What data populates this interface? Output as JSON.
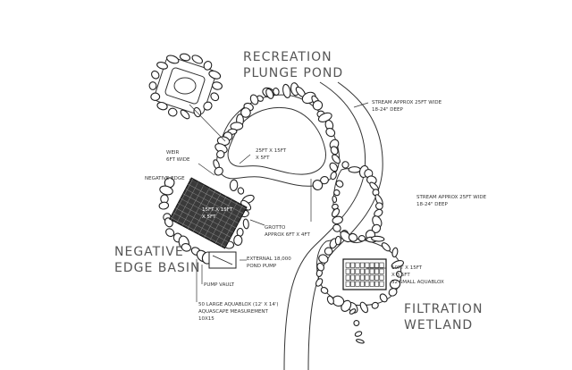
{
  "titles": {
    "recreation": [
      "RECREATION",
      "PLUNGE POND"
    ],
    "negative_edge": [
      "NEGATIVE",
      "EDGE BASIN"
    ],
    "filtration": [
      "FILTRATION",
      "WETLAND"
    ]
  },
  "labels": {
    "stream_top": [
      "STREAM APPROX 25FT WIDE",
      "18-24\" DEEP"
    ],
    "stream_mid": [
      "STREAM APPROX 25FT WIDE",
      "18-24\" DEEP"
    ],
    "pond_size": [
      "25FT X 15FT",
      "X 5FT"
    ],
    "weir": [
      "WEIR",
      "6FT WIDE"
    ],
    "negative_edge": [
      "NEGATIVE EDGE"
    ],
    "basin_size": [
      "15FT X 15FT",
      "X 5FT"
    ],
    "grotto": [
      "GROTTO",
      "APPROX 6FT X 4FT"
    ],
    "pump": [
      "EXTERNAL 18,000",
      "POND PUMP"
    ],
    "pump_vault": [
      "PUMP VAULT"
    ],
    "aquablox": [
      "50 LARGE AQUABLOX (12' X 14')",
      "AQUASCAPE MEASUREMENT",
      "10X15"
    ],
    "wetland_size": [
      "10FT X 15FT",
      "X 3.5FT",
      "32 SMALL AQUABLOX"
    ]
  },
  "colors": {
    "ink": "#222222",
    "text": "#333333",
    "title": "#555555"
  }
}
